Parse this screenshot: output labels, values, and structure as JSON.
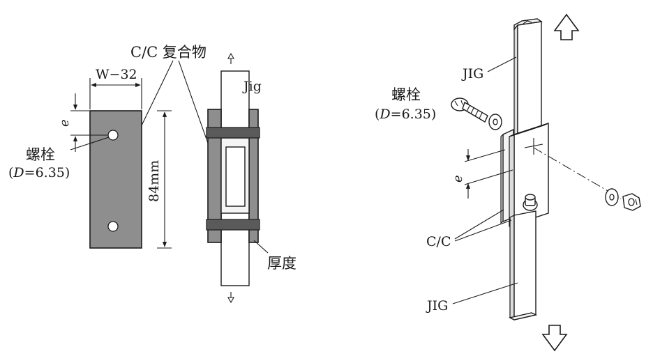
{
  "left_view": {
    "composite_label": "C/C 复合物",
    "width_dim": "W−32",
    "edge_dim": "e",
    "bolt_label": "螺栓",
    "bolt_diameter_label_prefix": "D",
    "bolt_diameter_label_value": "=6.35)",
    "length_dim": "84mm",
    "jig_label": "Jig",
    "thickness_label": "厚度"
  },
  "right_view": {
    "jig_top_label": "JIG",
    "bolt_label": "螺栓",
    "bolt_diameter_label_prefix": "D",
    "bolt_diameter_label_value": "=6.35)",
    "edge_dim": "e",
    "cc_label": "C/C",
    "jig_bottom_label": "JIG"
  }
}
